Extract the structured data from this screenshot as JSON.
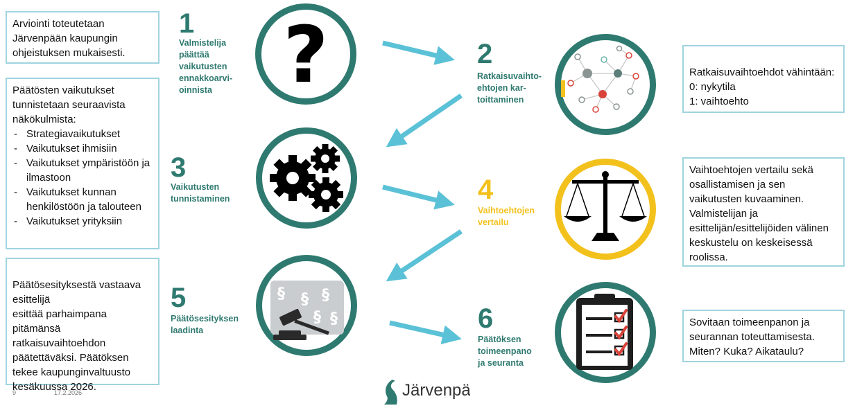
{
  "boxes": {
    "intro": "Arviointi toteutetaan Järvenpään kaupungin ohjeistuksen mukaisesti.",
    "impacts": {
      "heading": "Päätösten vaikutukset tunnistetaan seuraavista näkökulmista:",
      "items": [
        "Strategiavaikutukset",
        "Vaikutukset ihmisiin",
        "Vaikutukset ympäristöön ja ilmastoon",
        "Vaikutukset kunnan henkilöstöön ja talouteen",
        "Vaikutukset yrityksiin"
      ]
    },
    "proposal": "Päätösesityksestä vastaava esittelijä\nesittää parhaimpana pitämänsä ratkaisuvaihtoehdon päätettäväksi. Päätöksen tekee kaupunginvaltuusto kesäkuussa 2026.",
    "alternatives": "Ratkaisuvaihtoehdot vähintään:\n0: nykytila\n1: vaihtoehto",
    "comparison": "Vaihtoehtojen vertailu sekä osallistamisen ja sen vaikutusten kuvaaminen. Valmistelijan ja esittelijän/esittelijöiden välinen keskustelu on keskeisessä roolissa.",
    "implementation": "Sovitaan toimeenpanon ja seurannan toteuttamisesta. Miten? Kuka? Aikataulu?"
  },
  "steps": [
    {
      "number": "1",
      "label": "Valmistelija\npäättää\nvaikutusten\nennakkoarvi-\noinnista",
      "icon": "question-mark-icon"
    },
    {
      "number": "2",
      "label": "Ratkaisuvaihto-\nehtojen kar-\ntoittaminen",
      "icon": "network-icon"
    },
    {
      "number": "3",
      "label": "Vaikutusten\ntunnistaminen",
      "icon": "gears-icon"
    },
    {
      "number": "4",
      "label": "Vaihtoehtojen\nvertailu",
      "icon": "scales-icon"
    },
    {
      "number": "5",
      "label": "Päätösesityksen\nlaadinta",
      "icon": "gavel-law-icon"
    },
    {
      "number": "6",
      "label": "Päätöksen\ntoimeenpano\nja seuranta",
      "icon": "clipboard-checklist-icon"
    }
  ],
  "footer": {
    "page": "9",
    "date": "17.2.2026"
  },
  "logo": {
    "text": "Järvenpää"
  },
  "colors": {
    "teal_dark": "#2f7a70",
    "arrow": "#5bc1d6",
    "yellow": "#f2c11c",
    "box_border": "#9fd4df",
    "red": "#d9433a"
  }
}
